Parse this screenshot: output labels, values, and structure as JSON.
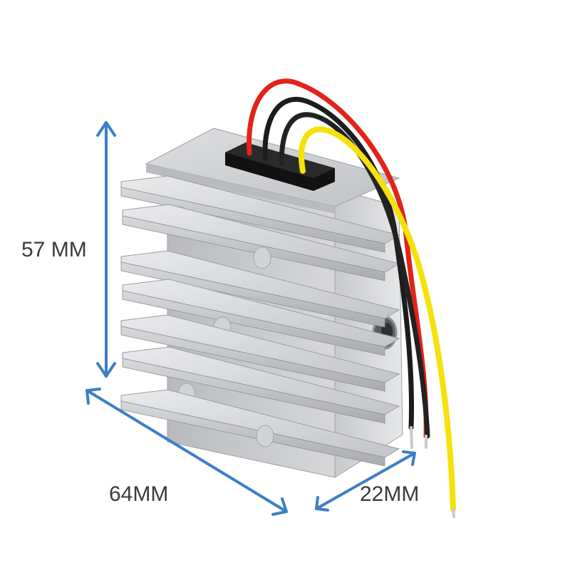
{
  "dimensions": {
    "height_label": "57 MM",
    "width_label": "64MM",
    "depth_label": "22MM"
  },
  "colors": {
    "dimension_arrow": "#3c7fc4",
    "wire_red": "#e2231a",
    "wire_black": "#1c1c1c",
    "wire_yellow": "#f4e20a",
    "aluminum": "#c9cacc",
    "connector": "#121212"
  }
}
